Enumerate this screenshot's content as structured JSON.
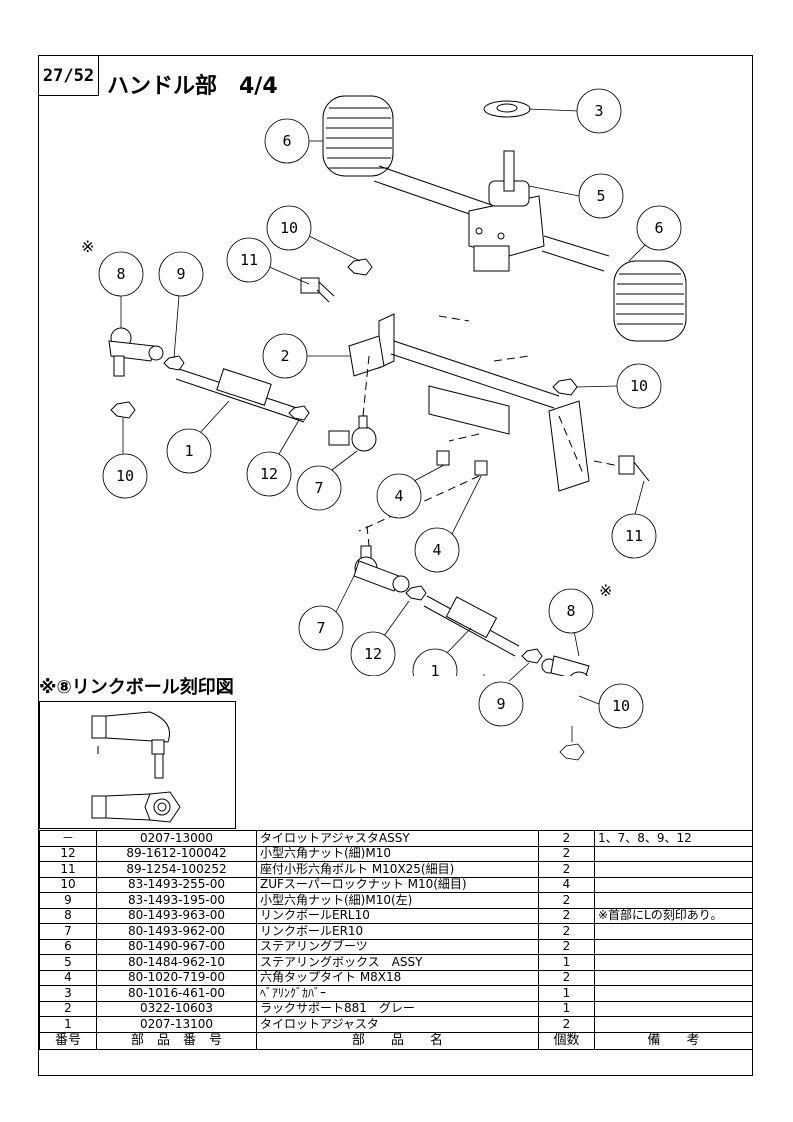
{
  "header": {
    "page_number": "27/52",
    "title": "ハンドル部　4/4"
  },
  "diagram": {
    "callouts": [
      {
        "id": "c3",
        "label": "3"
      },
      {
        "id": "c6a",
        "label": "6"
      },
      {
        "id": "c5",
        "label": "5"
      },
      {
        "id": "c6b",
        "label": "6"
      },
      {
        "id": "c10a",
        "label": "10"
      },
      {
        "id": "c11a",
        "label": "11"
      },
      {
        "id": "c8a",
        "label": "8"
      },
      {
        "id": "c9a",
        "label": "9"
      },
      {
        "id": "c2",
        "label": "2"
      },
      {
        "id": "c10b",
        "label": "10"
      },
      {
        "id": "c1a",
        "label": "1"
      },
      {
        "id": "c10c",
        "label": "10"
      },
      {
        "id": "c12a",
        "label": "12"
      },
      {
        "id": "c7a",
        "label": "7"
      },
      {
        "id": "c4a",
        "label": "4"
      },
      {
        "id": "c11b",
        "label": "11"
      },
      {
        "id": "c4b",
        "label": "4"
      },
      {
        "id": "c8b",
        "label": "8"
      },
      {
        "id": "c7b",
        "label": "7"
      },
      {
        "id": "c12b",
        "label": "12"
      },
      {
        "id": "c1b",
        "label": "1"
      },
      {
        "id": "c9b",
        "label": "9"
      },
      {
        "id": "c10d",
        "label": "10"
      }
    ],
    "note_mark": "※"
  },
  "stamp_section": {
    "title": "※⑧リンクボール刻印図"
  },
  "parts_table": {
    "rows": [
      {
        "no": "－",
        "part_number": "0207-13000",
        "name": "タイロットアジャスタASSY",
        "qty": "2",
        "remarks": "1、7、8、9、12"
      },
      {
        "no": "12",
        "part_number": "89-1612-100042",
        "name": "小型六角ナット(細)M10",
        "qty": "2",
        "remarks": ""
      },
      {
        "no": "11",
        "part_number": "89-1254-100252",
        "name": "座付小形六角ボルト M10X25(細目)",
        "qty": "2",
        "remarks": ""
      },
      {
        "no": "10",
        "part_number": "83-1493-255-00",
        "name": "ZUFスーパーロックナット M10(細目)",
        "qty": "4",
        "remarks": ""
      },
      {
        "no": "9",
        "part_number": "83-1493-195-00",
        "name": "小型六角ナット(細)M10(左)",
        "qty": "2",
        "remarks": ""
      },
      {
        "no": "8",
        "part_number": "80-1493-963-00",
        "name": "リンクボールERL10",
        "qty": "2",
        "remarks": "※首部にLの刻印あり。"
      },
      {
        "no": "7",
        "part_number": "80-1493-962-00",
        "name": "リンクボールER10",
        "qty": "2",
        "remarks": ""
      },
      {
        "no": "6",
        "part_number": "80-1490-967-00",
        "name": "ステアリングブーツ",
        "qty": "2",
        "remarks": ""
      },
      {
        "no": "5",
        "part_number": "80-1484-962-10",
        "name": "ステアリングボックス　ASSY",
        "qty": "1",
        "remarks": ""
      },
      {
        "no": "4",
        "part_number": "80-1020-719-00",
        "name": "六角タップタイト M8X18",
        "qty": "2",
        "remarks": ""
      },
      {
        "no": "3",
        "part_number": "80-1016-461-00",
        "name": "ﾍﾞｱﾘﾝｸﾞｶﾊﾞｰ",
        "qty": "1",
        "remarks": ""
      },
      {
        "no": "2",
        "part_number": "0322-10603",
        "name": "ラックサポート881　グレー",
        "qty": "1",
        "remarks": ""
      },
      {
        "no": "1",
        "part_number": "0207-13100",
        "name": "タイロットアジャスタ",
        "qty": "2",
        "remarks": ""
      }
    ],
    "headers": {
      "no": "番号",
      "part_number": "部　品　番　号",
      "name": "部　　品　　名",
      "qty": "個数",
      "remarks": "備　　考"
    }
  }
}
